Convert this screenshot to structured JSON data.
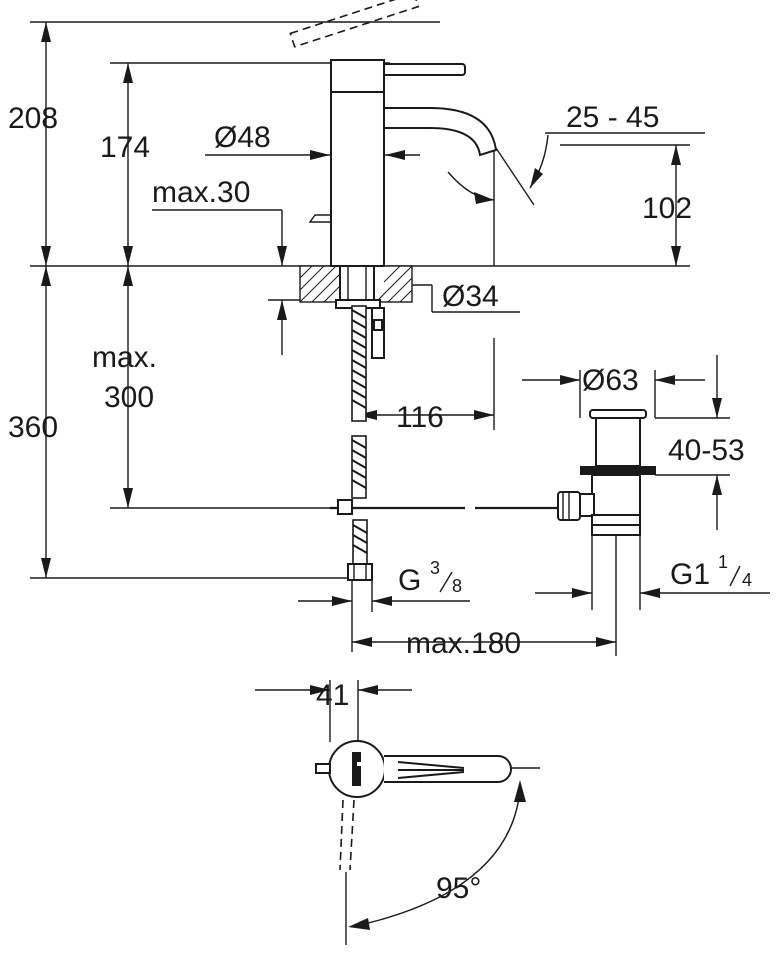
{
  "dimensions": {
    "total_height": "208",
    "spout_height": "174",
    "body_diameter": "Ø48",
    "max_deck": "max.30",
    "spout_angle": "25 - 45",
    "spout_outlet": "102",
    "hole_diameter": "Ø34",
    "max_label": "max.",
    "max_value": "300",
    "below_deck": "360",
    "hose_offset": "116",
    "waste_diameter": "Ø63",
    "waste_range": "40-53",
    "connection": "G",
    "connection_num": "3",
    "connection_den": "8",
    "waste_thread": "G1",
    "waste_num": "1",
    "waste_den": "4",
    "waste_reach": "max.180",
    "lever_offset": "41",
    "swivel_angle": "95°"
  }
}
